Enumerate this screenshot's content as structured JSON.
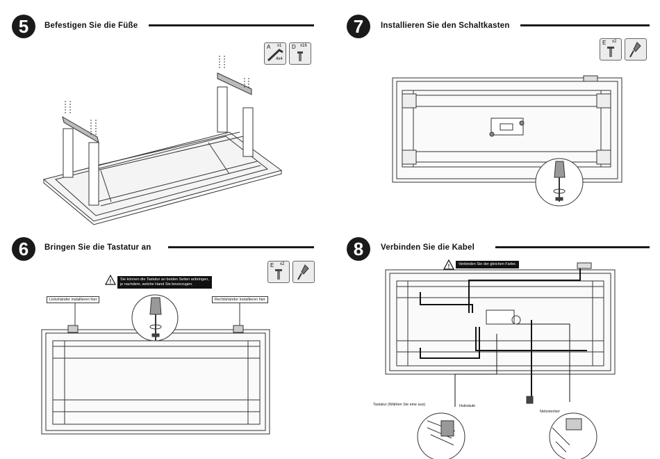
{
  "steps": [
    {
      "number": "5",
      "title": "Befestigen Sie die Füße"
    },
    {
      "number": "7",
      "title": "Installieren Sie den Schaltkasten"
    },
    {
      "number": "6",
      "title": "Bringen Sie die Tastatur an"
    },
    {
      "number": "8",
      "title": "Verbinden Sie die Kabel"
    }
  ],
  "parts": {
    "a_letter": "A",
    "a_qty": "x1",
    "a_size": "4x4",
    "d_letter": "D",
    "d_qty": "x16",
    "e_letter": "E",
    "e_qty": "x2"
  },
  "step6": {
    "warning": "Sie können die Tastatur an beiden Seiten anbringen,\nje nachdem, welche Hand Sie bevorzugen.",
    "left_label": "Linkshänder installieren hier",
    "right_label": "Rechtshänder installieren hier"
  },
  "step8": {
    "warning": "Verbinden Sie der gleichen Farbe.",
    "keypad_label": "Tastatur (Wählen Sie eine aus)",
    "column_label": "Hubsäule",
    "plug_label": "Netzstecker"
  },
  "icons": [
    "allen-key-icon",
    "screw-icon",
    "screwdriver-icon",
    "warning-icon"
  ]
}
